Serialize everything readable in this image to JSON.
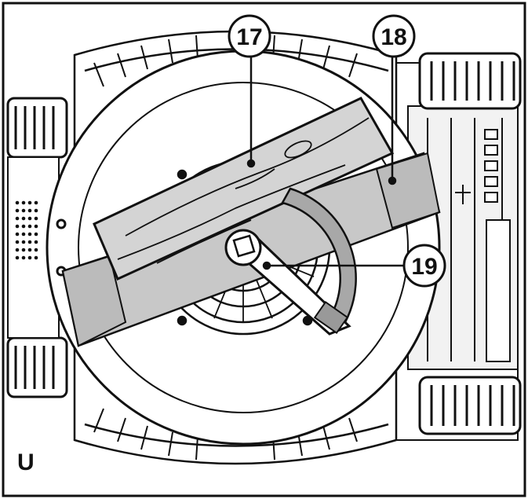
{
  "figure": {
    "label": "U",
    "callouts": [
      {
        "id": "callout-17",
        "text": "17"
      },
      {
        "id": "callout-18",
        "text": "18"
      },
      {
        "id": "callout-19",
        "text": "19"
      }
    ],
    "colors": {
      "line": "#111111",
      "blade_fill": "#c8c8c8",
      "wood_fill": "#d4d4d4",
      "background": "#ffffff"
    }
  }
}
